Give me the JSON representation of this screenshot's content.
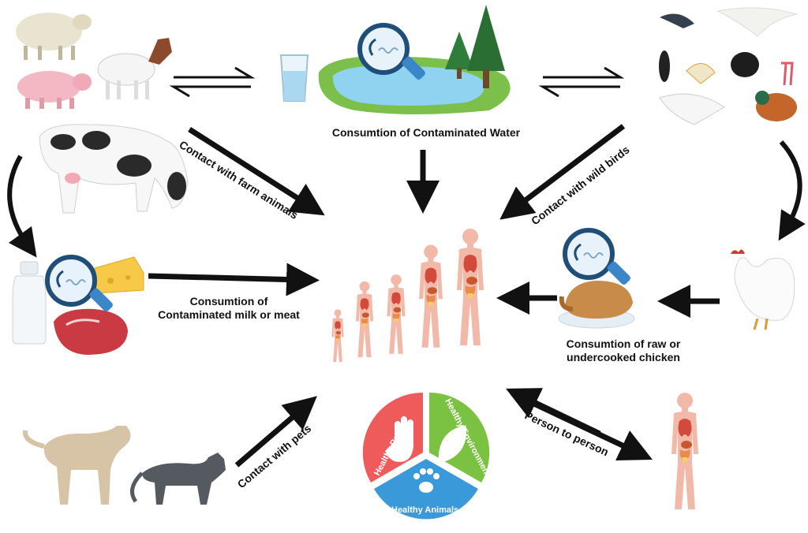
{
  "labels": {
    "contaminated_water": "Consumtion of Contaminated Water",
    "farm_animals": "Contact with farm animals",
    "wild_birds": "Contact with wild birds",
    "milk_meat_line1": "Consumtion of",
    "milk_meat_line2": "Contaminated milk or meat",
    "chicken_line1": "Consumtion of raw or",
    "chicken_line2": "undercooked chicken",
    "pets": "Contact with pets",
    "person_to_person": "Person to person"
  },
  "one_health": {
    "people": "Healthy People",
    "environment": "Healthy Environment",
    "animals": "Healthy Animals"
  },
  "colors": {
    "people": "#ef5a5a",
    "environment": "#7cc242",
    "animals": "#3a9ad9",
    "arrow": "#111111",
    "skin": "#f2b9a8",
    "magnifier": "#1f4e79"
  },
  "icons": [
    "sheep-icon",
    "goat-icon",
    "pig-icon",
    "cow-icon",
    "water-glass-icon",
    "pond-icon",
    "tree-icon",
    "magnifier-icon",
    "bird-icon",
    "chicken-icon",
    "roast-chicken-icon",
    "milk-bottle-icon",
    "cheese-icon",
    "meat-icon",
    "dog-icon",
    "cat-icon",
    "human-figure-icon",
    "hand-icon",
    "leaf-icon",
    "paw-icon"
  ]
}
